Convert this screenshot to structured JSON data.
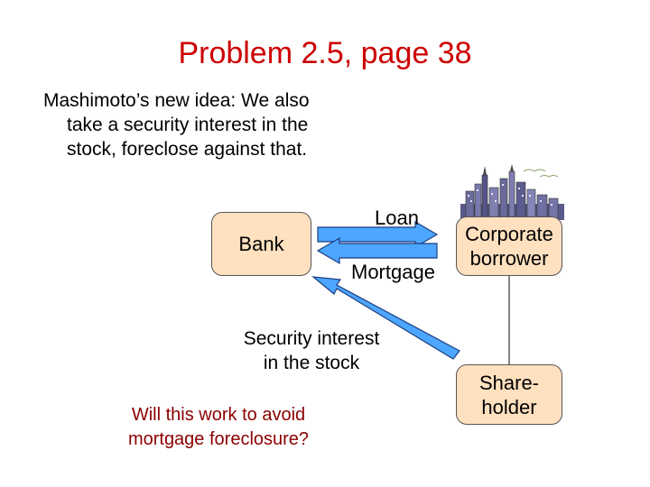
{
  "slide": {
    "title": "Problem 2.5, page 38",
    "bullet_lines": [
      "Mashimoto’s new idea: We also",
      "take a security interest in the",
      "stock, foreclose against that."
    ]
  },
  "diagram": {
    "bank_label": "Bank",
    "corporate_line1": "Corporate",
    "corporate_line2": "borrower",
    "shareholder_line1": "Share-",
    "shareholder_line2": "holder",
    "loan_label": "Loan",
    "mortgage_label": "Mortgage",
    "security_line1": "Security interest",
    "security_line2": "in the stock",
    "question_line1": "Will this work to avoid",
    "question_line2": "mortgage foreclosure?"
  },
  "colors": {
    "title": "#cc0000",
    "box_fill": "#ffe0bf",
    "arrow_fill": "#4da6ff",
    "question": "#8b0000"
  },
  "icons": {
    "city_clipart": "city-skyline-icon"
  }
}
